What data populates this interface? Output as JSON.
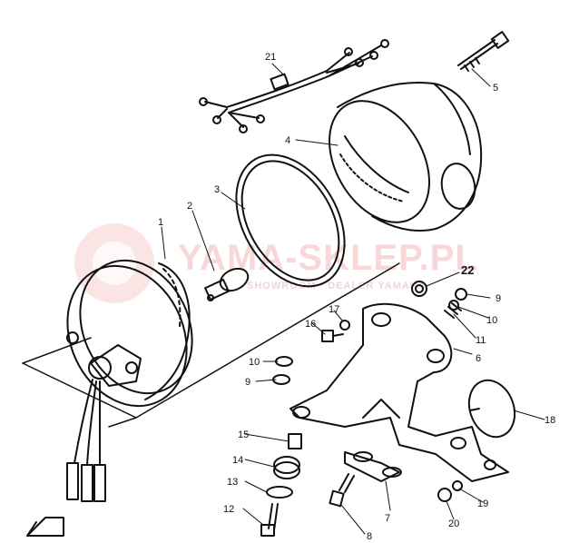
{
  "watermark": {
    "main": "YAMA-SKLEP.PL",
    "sub": "SHOWROOM · DEALER YAMAHA"
  },
  "callouts": [
    {
      "id": "1",
      "text": "1"
    },
    {
      "id": "2",
      "text": "2"
    },
    {
      "id": "3",
      "text": "3"
    },
    {
      "id": "4",
      "text": "4"
    },
    {
      "id": "5",
      "text": "5"
    },
    {
      "id": "6",
      "text": "6"
    },
    {
      "id": "7",
      "text": "7"
    },
    {
      "id": "8",
      "text": "8"
    },
    {
      "id": "9a",
      "text": "9"
    },
    {
      "id": "9b",
      "text": "9"
    },
    {
      "id": "10a",
      "text": "10"
    },
    {
      "id": "10b",
      "text": "10"
    },
    {
      "id": "11",
      "text": "11"
    },
    {
      "id": "12",
      "text": "12"
    },
    {
      "id": "13",
      "text": "13"
    },
    {
      "id": "14",
      "text": "14"
    },
    {
      "id": "15",
      "text": "15"
    },
    {
      "id": "16",
      "text": "16"
    },
    {
      "id": "17",
      "text": "17"
    },
    {
      "id": "18",
      "text": "18"
    },
    {
      "id": "19",
      "text": "19"
    },
    {
      "id": "20",
      "text": "20"
    },
    {
      "id": "21",
      "text": "21"
    },
    {
      "id": "22",
      "text": "22"
    }
  ],
  "colors": {
    "ink": "#111111",
    "watermark": "#f2b8b8",
    "background": "#ffffff"
  }
}
